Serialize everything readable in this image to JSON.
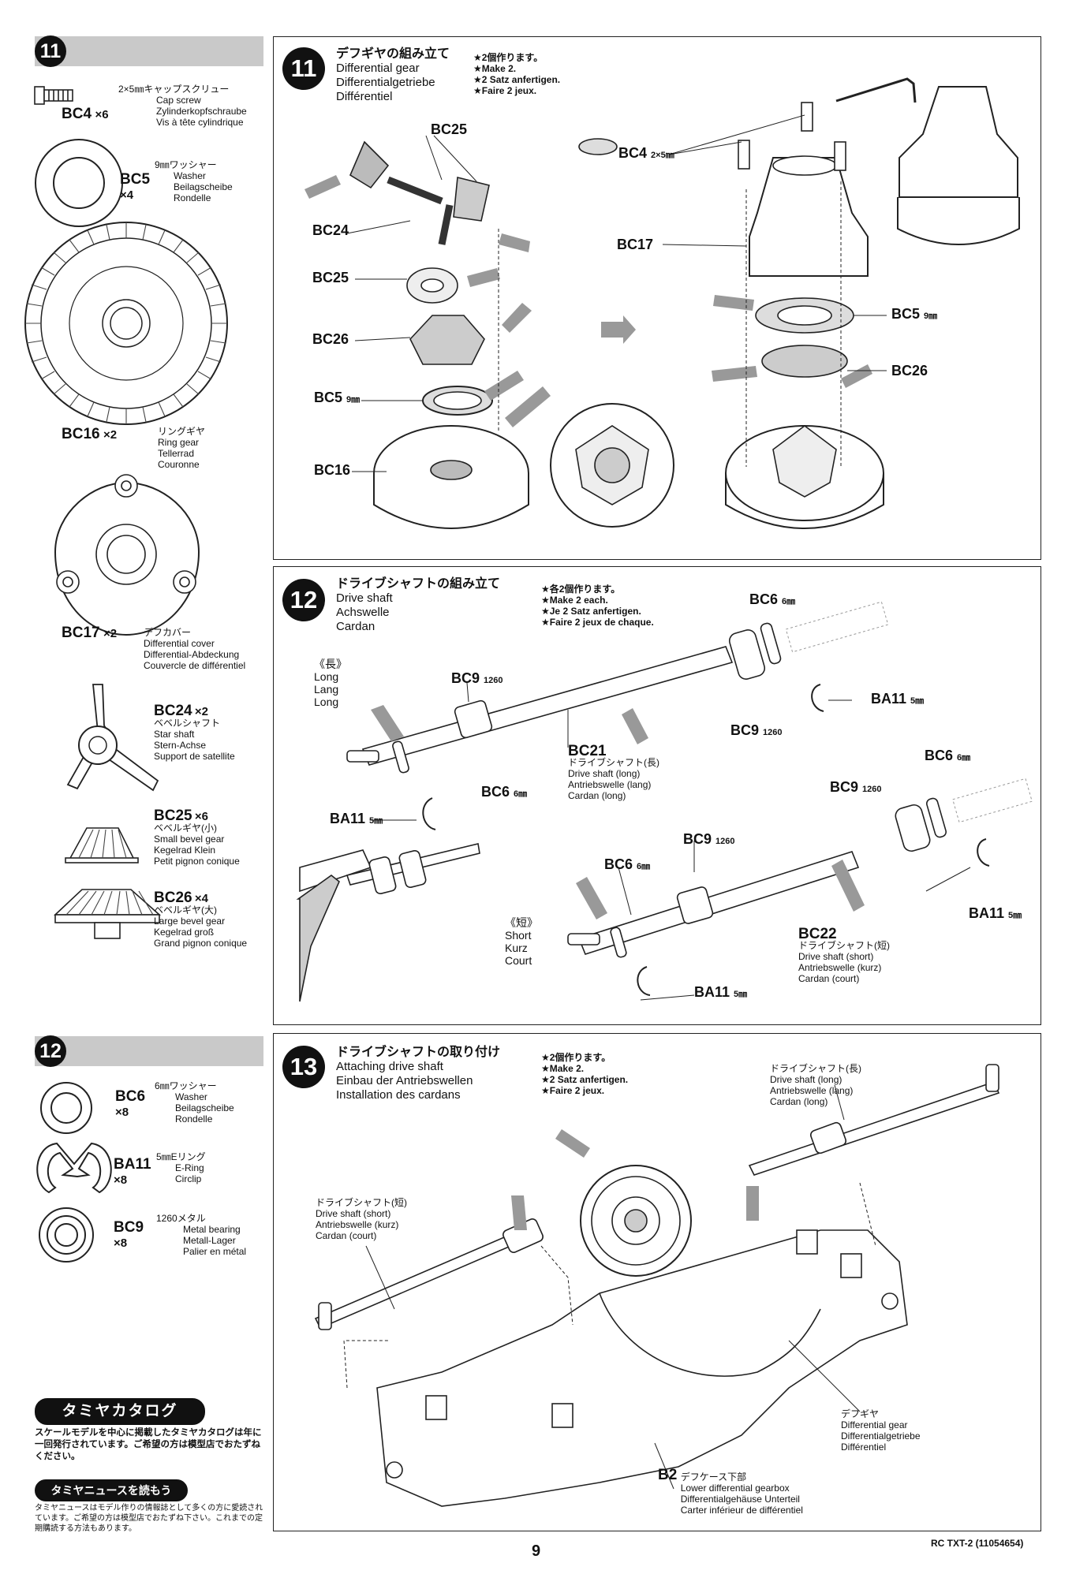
{
  "left_steps": [
    {
      "num": "11"
    },
    {
      "num": "12"
    }
  ],
  "parts11": {
    "bc4": {
      "code": "BC4",
      "qty": "×6",
      "ja": "2×5㎜キャップスクリュー",
      "en": "Cap screw",
      "de": "Zylinderkopfschraube",
      "fr": "Vis à tête cylindrique"
    },
    "bc5": {
      "code": "BC5",
      "qty": "×4",
      "ja": "9㎜ワッシャー",
      "en": "Washer",
      "de": "Beilagscheibe",
      "fr": "Rondelle"
    },
    "bc16": {
      "code": "BC16",
      "qty": "×2",
      "ja": "リングギヤ",
      "en": "Ring gear",
      "de": "Tellerrad",
      "fr": "Couronne"
    },
    "bc17": {
      "code": "BC17",
      "qty": "×2",
      "ja": "デフカバー",
      "en": "Differential cover",
      "de": "Differential-Abdeckung",
      "fr": "Couvercle de différentiel"
    },
    "bc24": {
      "code": "BC24",
      "qty": "×2",
      "ja": "ベベルシャフト",
      "en": "Star shaft",
      "de": "Stern-Achse",
      "fr": "Support de satellite"
    },
    "bc25": {
      "code": "BC25",
      "qty": "×6",
      "ja": "ベベルギヤ(小)",
      "en": "Small bevel gear",
      "de": "Kegelrad Klein",
      "fr": "Petit pignon conique"
    },
    "bc26": {
      "code": "BC26",
      "qty": "×4",
      "ja": "ベベルギヤ(大)",
      "en": "Large bevel gear",
      "de": "Kegelrad groß",
      "fr": "Grand pignon conique"
    }
  },
  "parts12": {
    "bc6": {
      "code": "BC6",
      "qty": "×8",
      "ja": "6㎜ワッシャー",
      "en": "Washer",
      "de": "Beilagscheibe",
      "fr": "Rondelle"
    },
    "ba11": {
      "code": "BA11",
      "qty": "×8",
      "ja": "5㎜Eリング",
      "en": "E-Ring",
      "de": "Circlip",
      "fr": ""
    },
    "bc9": {
      "code": "BC9",
      "qty": "×8",
      "ja": "1260メタル",
      "en": "Metal bearing",
      "de": "Metall-Lager",
      "fr": "Palier en métal"
    }
  },
  "step11": {
    "num": "11",
    "ja": "デフギヤの組み立て",
    "en": "Differential gear",
    "de": "Differentialgetriebe",
    "fr": "Différentiel",
    "note": [
      "★2個作ります。",
      "★Make 2.",
      "★2 Satz anfertigen.",
      "★Faire 2 jeux."
    ],
    "labels": {
      "bc25a": "BC25",
      "bc24": "BC24",
      "bc25b": "BC25",
      "bc26": "BC26",
      "bc5": "BC5",
      "bc5_size": "9㎜",
      "bc16": "BC16",
      "bc4": "BC4",
      "bc4_size": "2×5㎜",
      "bc17": "BC17",
      "bc5r": "BC5",
      "bc5r_size": "9㎜",
      "bc26r": "BC26"
    }
  },
  "step12": {
    "num": "12",
    "ja": "ドライブシャフトの組み立て",
    "en": "Drive shaft",
    "de": "Achswelle",
    "fr": "Cardan",
    "note": [
      "★各2個作ります。",
      "★Make 2 each.",
      "★Je 2 Satz anfertigen.",
      "★Faire 2 jeux de chaque."
    ],
    "long_label": [
      "《長》",
      "Long",
      "Lang",
      "Long"
    ],
    "short_label": [
      "《短》",
      "Short",
      "Kurz",
      "Court"
    ],
    "bc21": [
      "BC21",
      "ドライブシャフト(長)",
      "Drive shaft (long)",
      "Antriebswelle (lang)",
      "Cardan (long)"
    ],
    "bc22": [
      "BC22",
      "ドライブシャフト(短)",
      "Drive shaft (short)",
      "Antriebswelle (kurz)",
      "Cardan (court)"
    ],
    "bc9": "BC9",
    "bc9_size": "1260",
    "bc6": "BC6",
    "bc6_size": "6㎜",
    "ba11": "BA11",
    "ba11_size": "5㎜"
  },
  "step13": {
    "num": "13",
    "ja": "ドライブシャフトの取り付け",
    "en": "Attaching drive shaft",
    "de": "Einbau der Antriebswellen",
    "fr": "Installation des cardans",
    "note": [
      "★2個作ります。",
      "★Make 2.",
      "★2 Satz anfertigen.",
      "★Faire 2 jeux."
    ],
    "long": [
      "ドライブシャフト(長)",
      "Drive shaft (long)",
      "Antriebswelle (lang)",
      "Cardan (long)"
    ],
    "short": [
      "ドライブシャフト(短)",
      "Drive shaft (short)",
      "Antriebswelle (kurz)",
      "Cardan (court)"
    ],
    "diff": [
      "デフギヤ",
      "Differential gear",
      "Differentialgetriebe",
      "Différentiel"
    ],
    "b2_code": "B2",
    "b2": [
      "デフケース下部",
      "Lower differential gearbox",
      "Differentialgehäuse Unterteil",
      "Carter inférieur de différentiel"
    ]
  },
  "catalog": {
    "title": "タミヤカタログ",
    "text": "スケールモデルを中心に掲載したタミヤカタログは年に一回発行されています。ご希望の方は模型店でおたずねください。",
    "news_title": "タミヤニュースを読もう",
    "news_text": "タミヤニュースはモデル作りの情報誌として多くの方に愛読されています。ご希望の方は模型店でおたずね下さい。これまでの定期購読する方法もあります。"
  },
  "footer": {
    "page": "9",
    "code": "RC TXT-2 (11054654)"
  }
}
